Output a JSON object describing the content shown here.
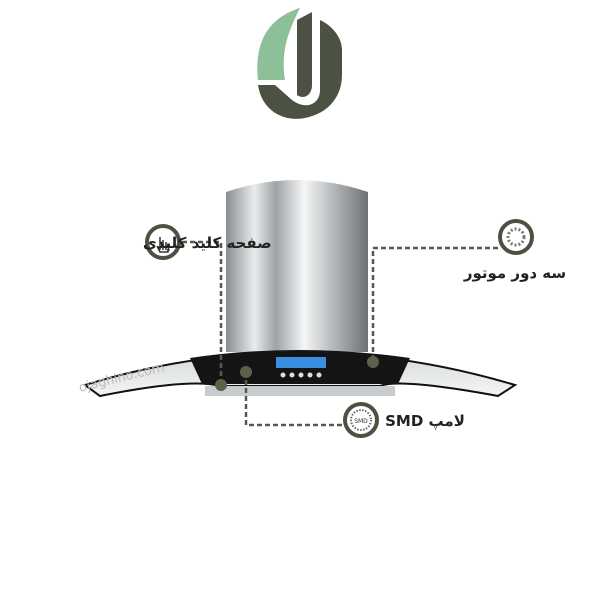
{
  "brand": {
    "logo_text": "OJ",
    "colors": {
      "dark": "#4b5243",
      "light": "#8dbf98"
    }
  },
  "watermark": "ojaghino.com",
  "features": [
    {
      "label": "صفحه کلید کلیدی",
      "icon": "touch-hand-icon"
    },
    {
      "label": "سه دور موتور",
      "icon": "fan-icon"
    },
    {
      "label": "لامپ SMD",
      "icon": "smd-lamp-icon",
      "icon_text": "SMD"
    }
  ],
  "colors": {
    "accent": "#4b5243",
    "display": "#3a8fe0",
    "dash": "#555a4c"
  }
}
